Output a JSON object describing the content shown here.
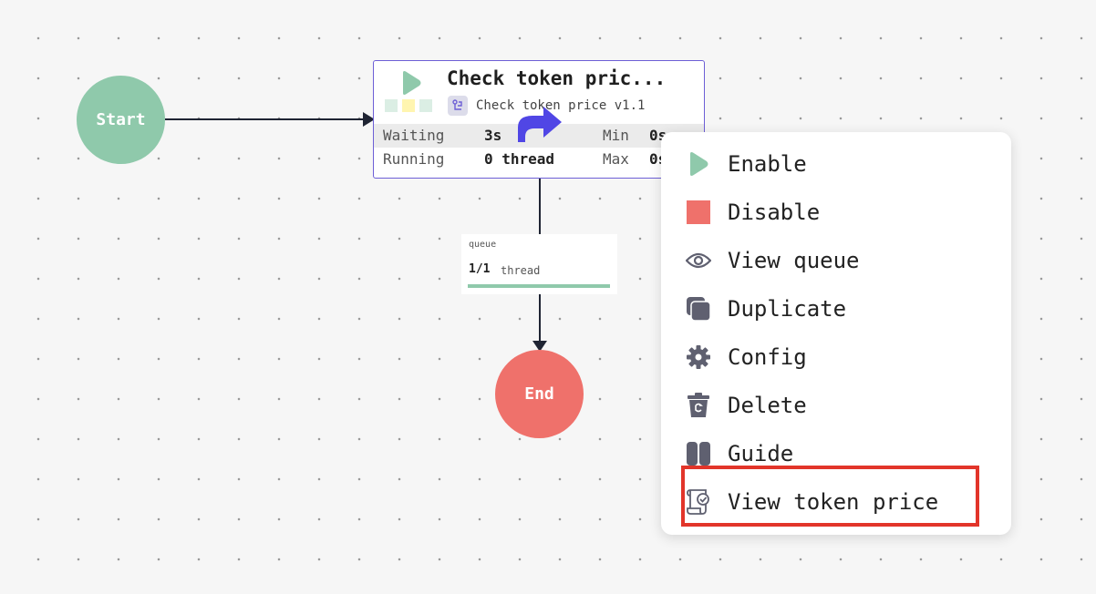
{
  "canvas": {
    "start_label": "Start",
    "end_label": "End",
    "start_color": "#8fc9ab",
    "end_color": "#ef716b",
    "edge_color": "#1f2433"
  },
  "task_node": {
    "title": "Check token pric...",
    "subtitle": "Check token price v1.1",
    "play_icon": "play-icon",
    "flow_icon": "flow-icon",
    "status_colors": [
      "#dbeee4",
      "#fff5b0",
      "#dbeee4"
    ],
    "border_color": "#6d5fd6",
    "stats": {
      "waiting_label": "Waiting",
      "waiting_value": "3s",
      "min_label": "Min",
      "min_value": "0s",
      "running_label": "Running",
      "running_value": "0 thread",
      "max_label": "Max",
      "max_value": "0s"
    }
  },
  "queue": {
    "label": "queue",
    "count": "1/1",
    "unit": "thread",
    "fill": 1.0
  },
  "context_menu": {
    "items": [
      {
        "label": "Enable",
        "icon": "play-icon"
      },
      {
        "label": "Disable",
        "icon": "stop-icon"
      },
      {
        "label": "View queue",
        "icon": "eye-icon"
      },
      {
        "label": "Duplicate",
        "icon": "duplicate-icon"
      },
      {
        "label": "Config",
        "icon": "gear-icon"
      },
      {
        "label": "Delete",
        "icon": "trash-icon"
      },
      {
        "label": "Guide",
        "icon": "book-icon"
      },
      {
        "label": "View token price",
        "icon": "scroll-check-icon"
      }
    ],
    "highlighted_item": "View token price",
    "highlight_color": "#e2352a"
  },
  "cursor": {
    "icon": "redo-arrow-cursor-icon",
    "color": "#5046e5"
  }
}
